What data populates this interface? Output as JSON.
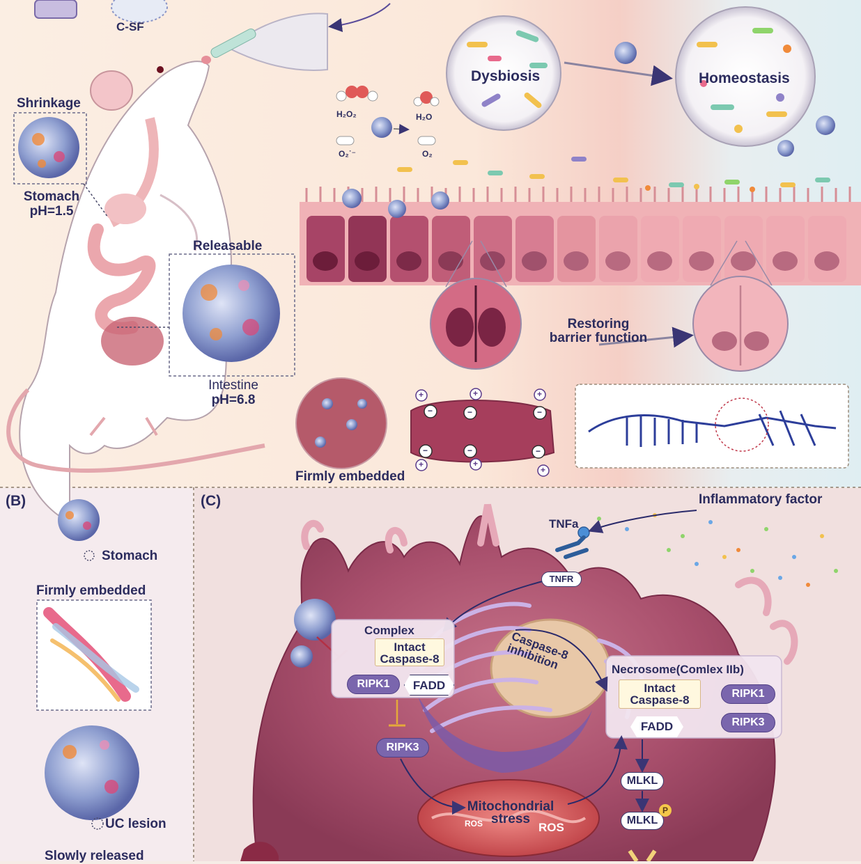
{
  "panels": {
    "b": "(B)",
    "c": "(C)"
  },
  "labels": {
    "csf": "C-SF",
    "shrinkage": "Shrinkage",
    "stomach_ph_1": "Stomach",
    "stomach_ph_2": "pH=1.5",
    "releasable": "Releasable",
    "intestine_ph_1": "Intestine",
    "intestine_ph_2": "pH=6.8",
    "dysbiosis": "Dysbiosis",
    "homeostasis": "Homeostasis",
    "h2o2": "H₂O₂",
    "h2o": "H₂O",
    "o2_radical": "O₂˙⁻",
    "o2": "O₂",
    "restoring_1": "Restoring",
    "restoring_2": "barrier function",
    "firmly_embedded_a": "Firmly embedded",
    "stomach_b": "Stomach",
    "firmly_embedded_b": "Firmly embedded",
    "uc_lesion": "UC lesion",
    "slowly_released": "Slowly released",
    "inflammatory_factor": "Inflammatory factor",
    "tnfa": "TNFa",
    "tnfr": "TNFR",
    "complex": "Complex",
    "intact_caspase_1": "Intact",
    "intact_caspase_2": "Caspase-8",
    "ripk1": "RIPK1",
    "fadd": "FADD",
    "caspase_inhibition_1": "Caspase-8",
    "caspase_inhibition_2": "inhibition",
    "necrosome": "Necrosome(Comlex IIb)",
    "ripk3": "RIPK3",
    "mlkl": "MLKL",
    "mlkl_p": "P",
    "mito_stress_1": "Mitochondrial",
    "mito_stress_2": "stress",
    "ros": "ROS",
    "charge_plus": "+",
    "charge_minus": "−"
  },
  "colors": {
    "accent_navy": "#2c2c5e",
    "arrow_purple": "#5a4c9a",
    "pill_purple": "#7a66ad",
    "tissue_pink": "#e79a9e",
    "cell_mauve": "#a24f6c",
    "mito_red": "#d9545a",
    "golgi_violet": "#8e6fc2",
    "box_cream": "#fff8df"
  }
}
